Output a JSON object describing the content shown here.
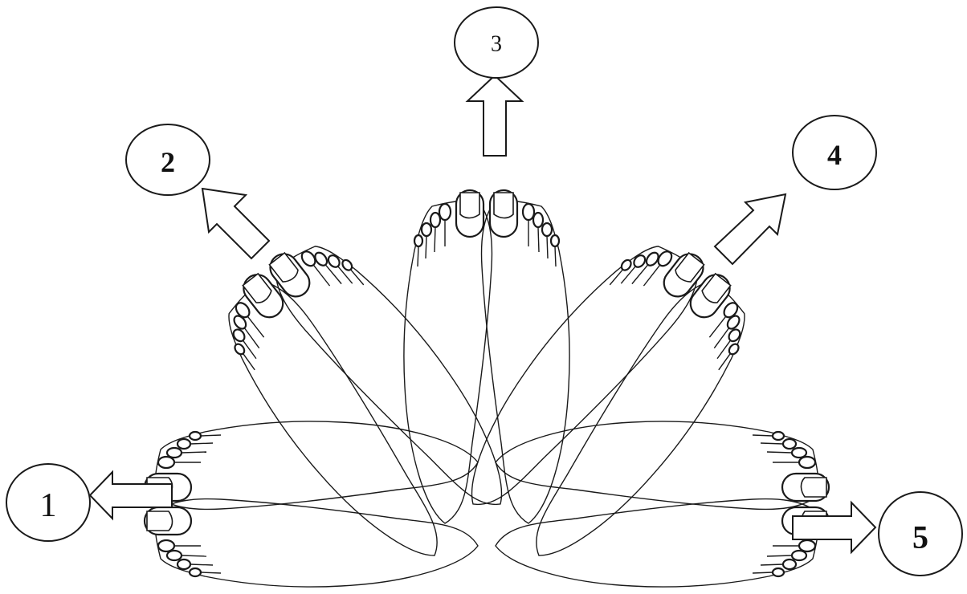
{
  "directions": [
    {
      "id": "1",
      "label": "1"
    },
    {
      "id": "2",
      "label": "2"
    },
    {
      "id": "3",
      "label": "3"
    },
    {
      "id": "4",
      "label": "4"
    },
    {
      "id": "5",
      "label": "5"
    }
  ],
  "foot_pairs": [
    {
      "direction": "1",
      "pointing": "left"
    },
    {
      "direction": "2",
      "pointing": "up-left"
    },
    {
      "direction": "3",
      "pointing": "up"
    },
    {
      "direction": "4",
      "pointing": "up-right"
    },
    {
      "direction": "5",
      "pointing": "right"
    }
  ]
}
